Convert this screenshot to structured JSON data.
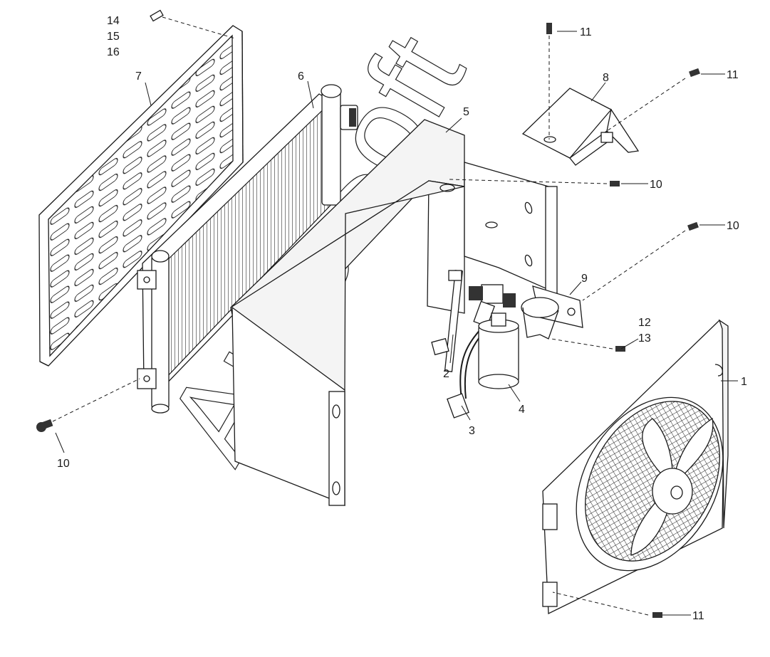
{
  "diagram": {
    "callouts": {
      "c1": "1",
      "c2": "2",
      "c3": "3",
      "c4": "4",
      "c5": "5",
      "c6": "6",
      "c7": "7",
      "c8": "8",
      "c9": "9",
      "c10a": "10",
      "c10b": "10",
      "c10c": "10",
      "c11a": "11",
      "c11b": "11",
      "c11c": "11",
      "c12": "12",
      "c13": "13",
      "c14": "14",
      "c15": "15",
      "c16": "16"
    },
    "watermark": "AutoSoft"
  }
}
